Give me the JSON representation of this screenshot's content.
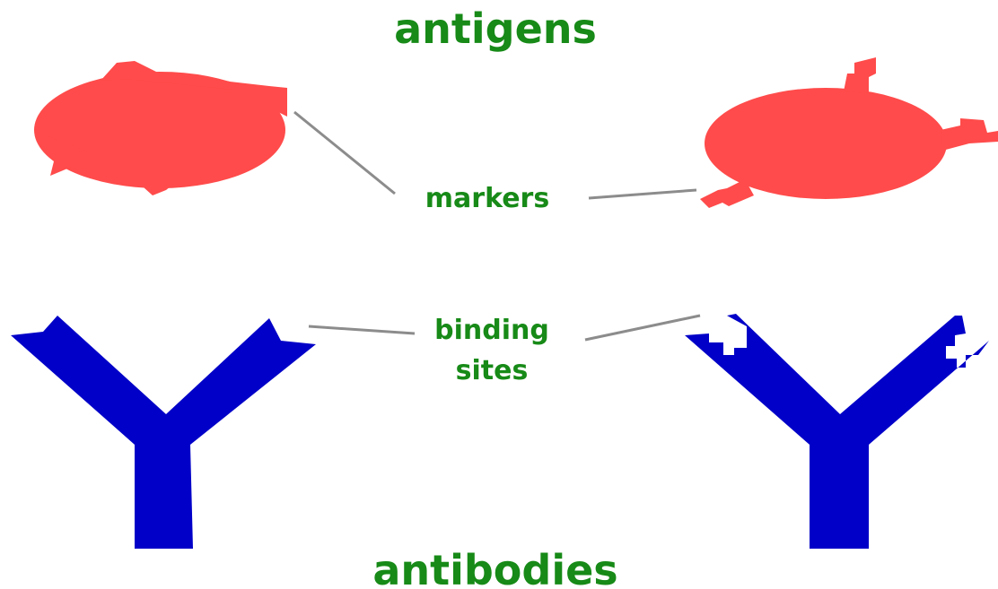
{
  "labels": {
    "top_title": "antigens",
    "bottom_title": "antibodies",
    "markers": "markers",
    "binding_line1": "binding",
    "binding_line2": "sites"
  },
  "colors": {
    "antigen": "#ff4b4b",
    "antibody": "#0000c8",
    "label_text": "#178a17",
    "leader_line": "#8c8c8c",
    "background": "#ffffff"
  }
}
